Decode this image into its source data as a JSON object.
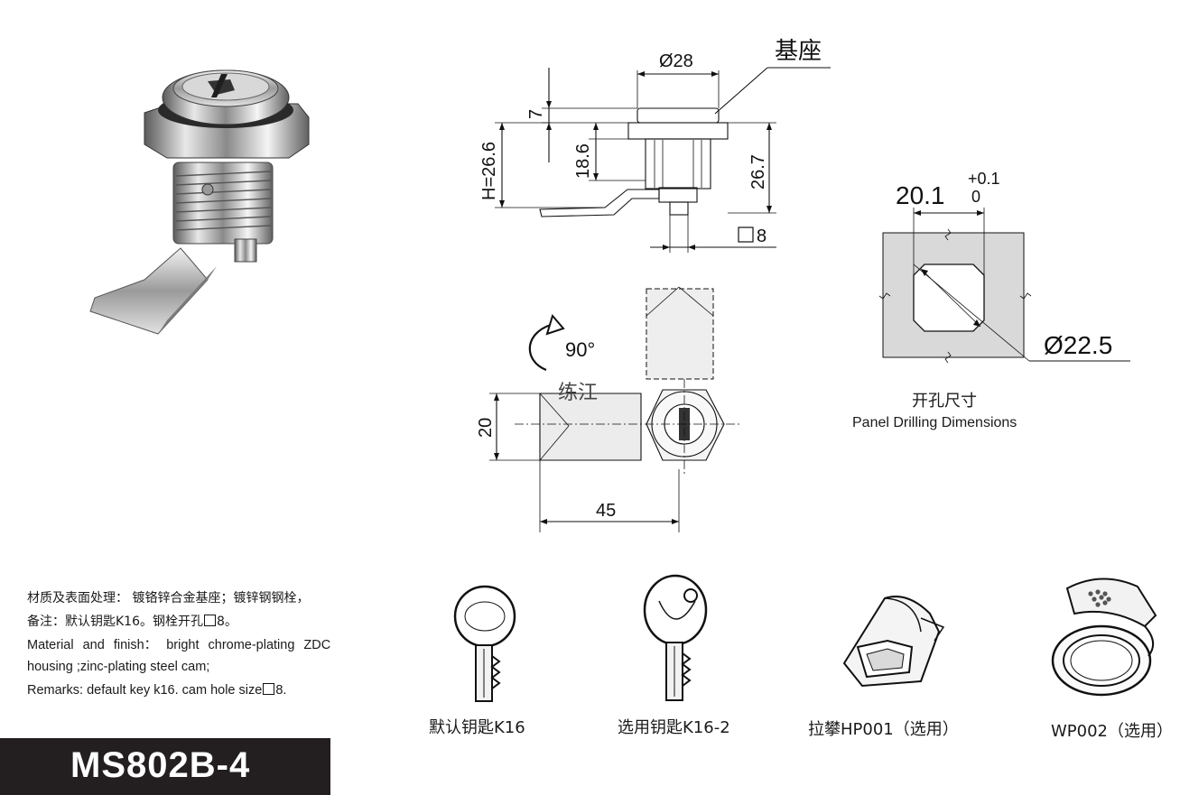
{
  "product": {
    "model": "MS802B-4"
  },
  "spec": {
    "line1": "材质及表面处理： 镀铬锌合金基座；镀锌钢钢栓，",
    "line2_pre": "备注：默认钥匙K16。钢栓开孔",
    "line2_post": "8。",
    "line3": "Material and finish： bright chrome-plating ZDC",
    "line4": "housing ;zinc-plating steel cam;",
    "line5_pre": "Remarks: default key k16. cam hole size",
    "line5_post": "8."
  },
  "drawing": {
    "label_base": "基座",
    "dim_dia28": "Ø28",
    "dim_7": "7",
    "dim_h": "H=26.6",
    "dim_186": "18.6",
    "dim_267": "26.7",
    "dim_sq8": "8",
    "dim_rot": "90°",
    "dim_20": "20",
    "dim_45": "45",
    "watermark": "练江"
  },
  "panel": {
    "dim_width": "20.1",
    "tol_upper": "+0.1",
    "tol_lower": "0",
    "dim_dia": "Ø22.5",
    "title_cn": "开孔尺寸",
    "title_en": "Panel Drilling Dimensions"
  },
  "accessories": [
    {
      "label": "默认钥匙K16"
    },
    {
      "label": "选用钥匙K16-2"
    },
    {
      "label": "拉攀HP001（选用）"
    },
    {
      "label": "WP002（选用）"
    }
  ]
}
